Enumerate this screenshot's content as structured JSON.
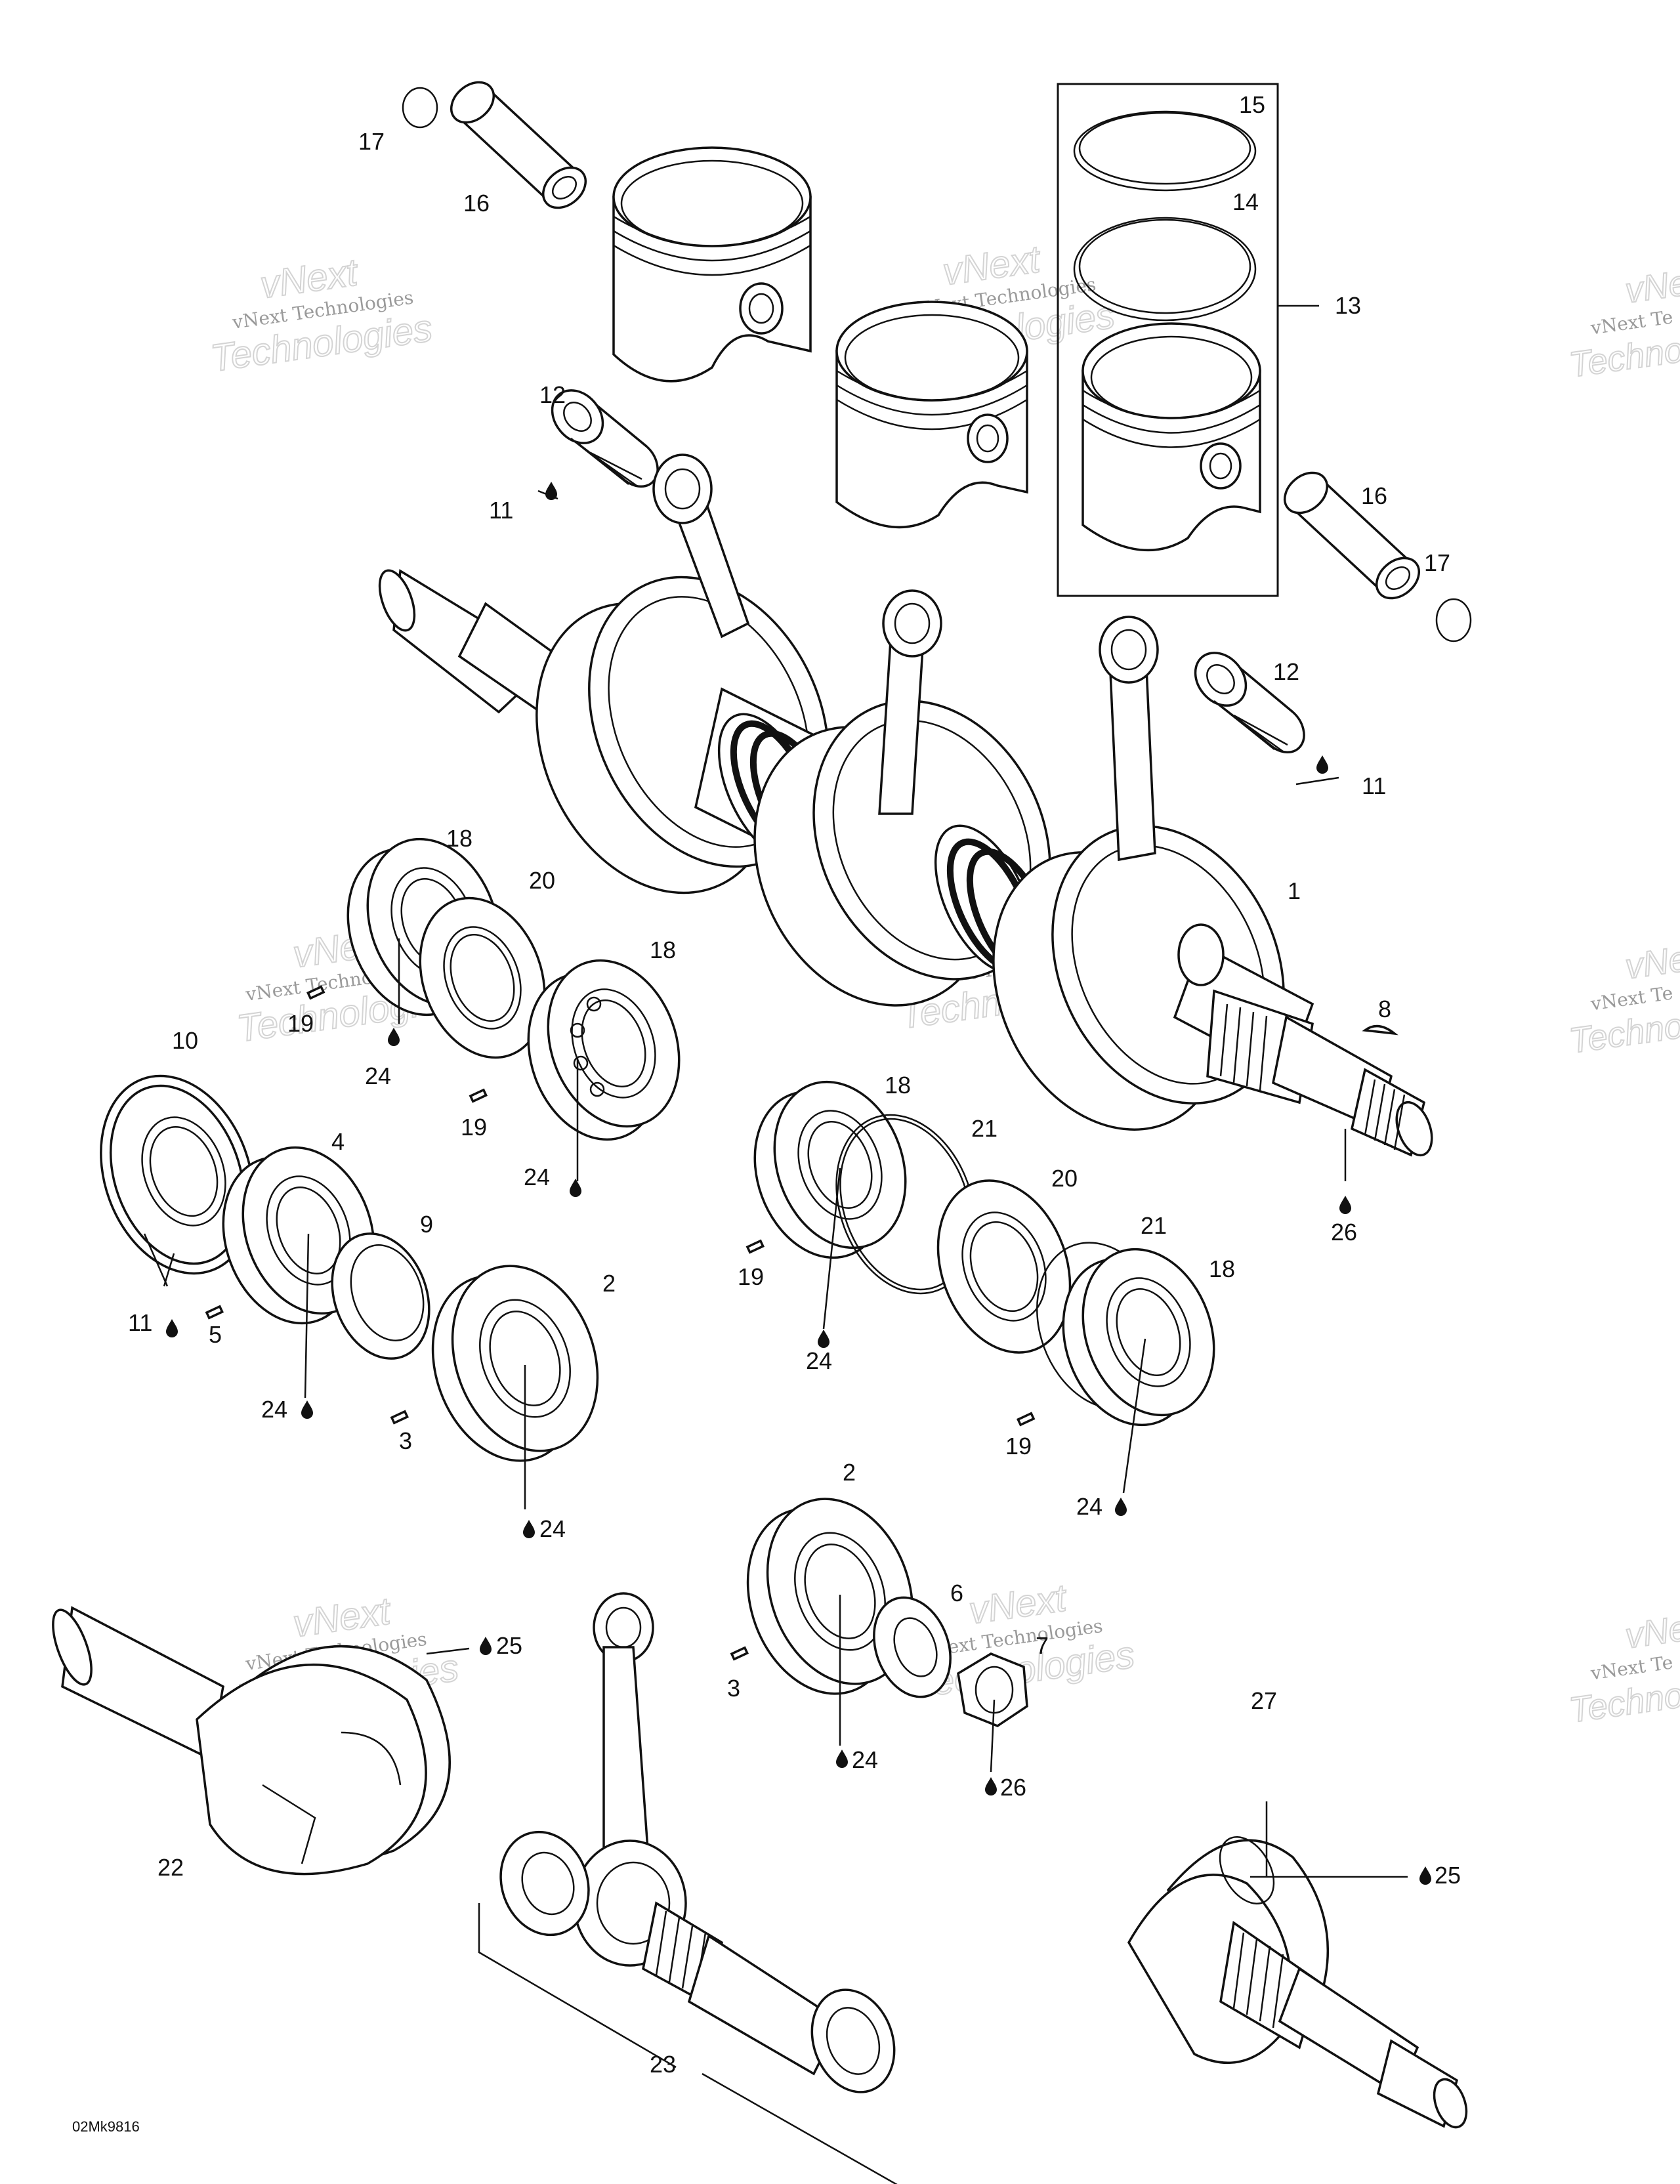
{
  "diagram": {
    "reference_code": "02Mk9816",
    "watermark": {
      "line1": "vNext Technologies",
      "line2": "Technologies",
      "line3": "vNext",
      "edge_line1": "vNext Te",
      "edge_line2": "Techno",
      "edge_line3": "vNext"
    },
    "callouts": {
      "c1": "1",
      "c2a": "2",
      "c2b": "2",
      "c3a": "3",
      "c3b": "3",
      "c4": "4",
      "c5": "5",
      "c6": "6",
      "c7": "7",
      "c8": "8",
      "c9": "9",
      "c10": "10",
      "c11a": "11",
      "c11b": "11",
      "c11c": "11",
      "c12a": "12",
      "c12b": "12",
      "c13": "13",
      "c14": "14",
      "c15": "15",
      "c16a": "16",
      "c16b": "16",
      "c17a": "17",
      "c17b": "17",
      "c18a": "18",
      "c18b": "18",
      "c18c": "18",
      "c18d": "18",
      "c19a": "19",
      "c19b": "19",
      "c19c": "19",
      "c19d": "19",
      "c20a": "20",
      "c20b": "20",
      "c21a": "21",
      "c21b": "21",
      "c22": "22",
      "c23": "23",
      "c24a": "24",
      "c24b": "24",
      "c24c": "24",
      "c24d": "24",
      "c24e": "24",
      "c24f": "24",
      "c24g": "24",
      "c25a": "25",
      "c25b": "25",
      "c26a": "26",
      "c26b": "26",
      "c27": "27"
    }
  }
}
